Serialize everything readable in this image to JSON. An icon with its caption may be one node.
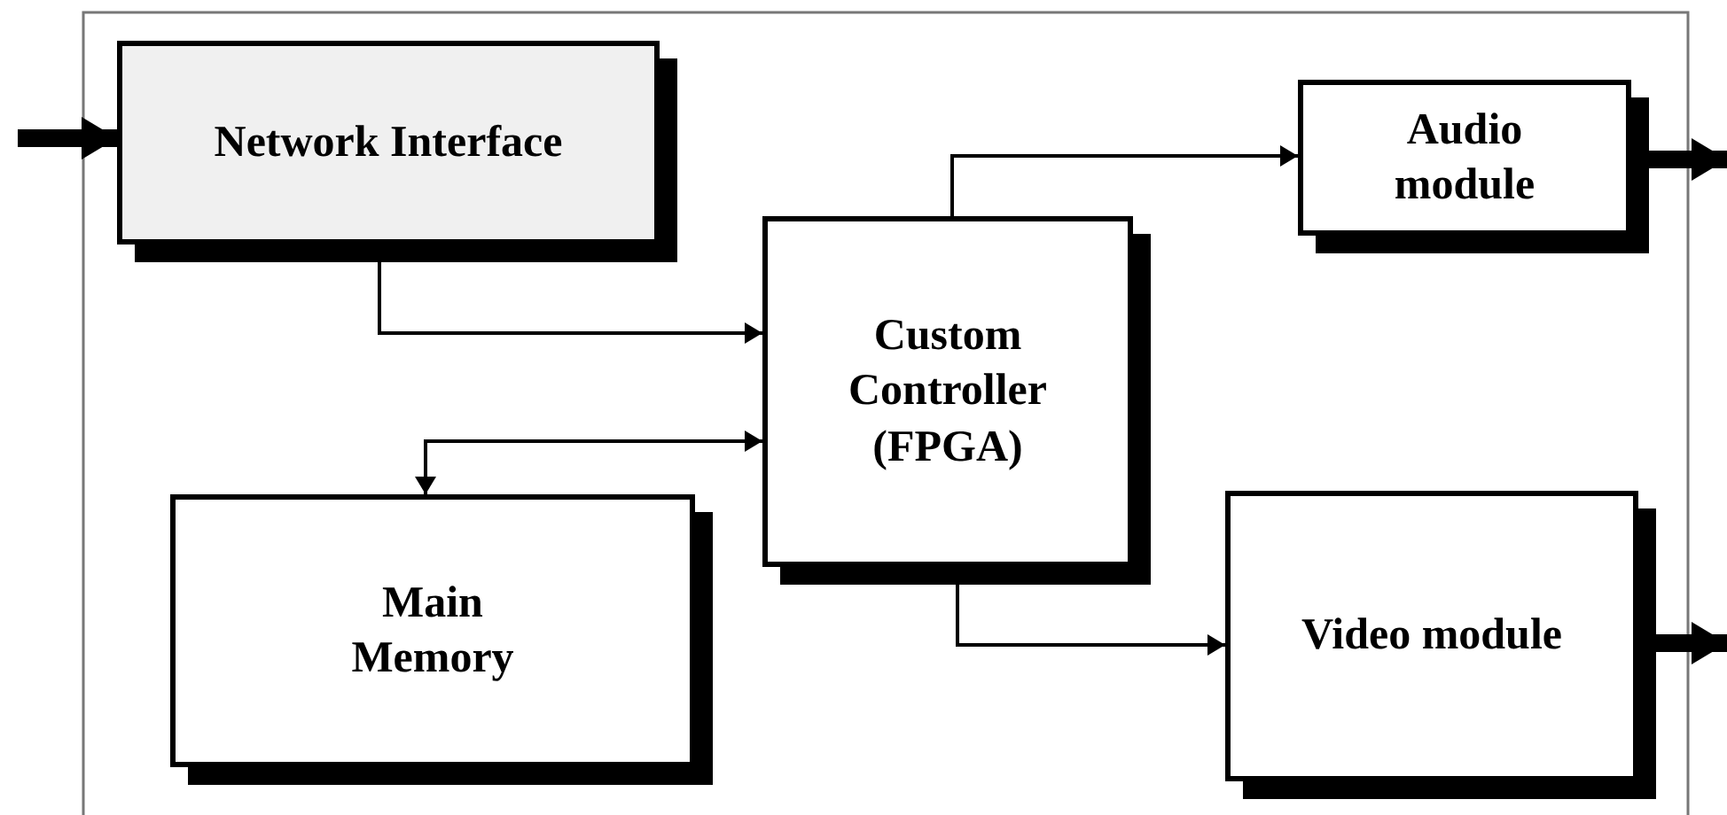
{
  "diagram": {
    "nodes": [
      {
        "text": [
          "Network Interface"
        ]
      },
      {
        "text": [
          "Audio module"
        ]
      },
      {
        "text": [
          "Custom Controller (FPGA)"
        ]
      },
      {
        "text": [
          "Main Memory"
        ]
      },
      {
        "text": [
          "Video module"
        ]
      }
    ],
    "edges": [
      {
        "from": null,
        "to": 0,
        "arrow": "to",
        "style": "thick"
      },
      {
        "from": 0,
        "to": 2,
        "arrow": "to"
      },
      {
        "from": 2,
        "to": 1,
        "arrow": "to"
      },
      {
        "from": 1,
        "to": null,
        "arrow": "to",
        "style": "thick"
      },
      {
        "from": 2,
        "to": 3,
        "arrow": "both"
      },
      {
        "from": 2,
        "to": 4,
        "arrow": "to"
      },
      {
        "from": 4,
        "to": null,
        "arrow": "to",
        "style": "thick"
      }
    ]
  }
}
